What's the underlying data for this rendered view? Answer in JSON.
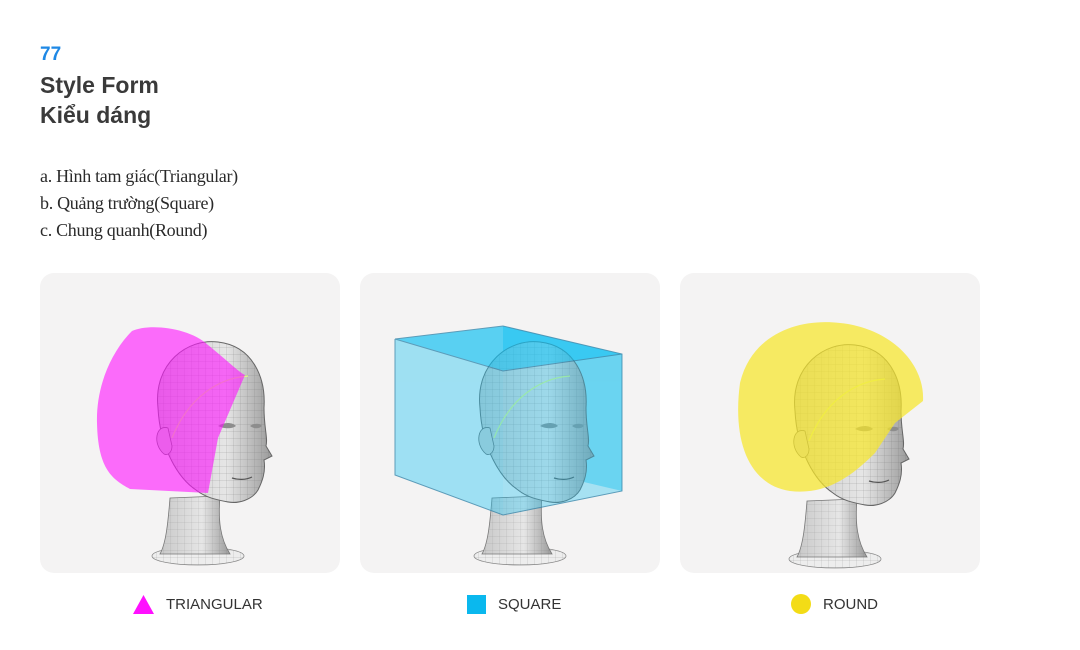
{
  "page_number": "77",
  "title_en": "Style Form",
  "title_vi": "Kiểu dáng",
  "descriptions": [
    "a. Hình tam giác(Triangular)",
    "b. Quảng trường(Square)",
    "c. Chung quanh(Round)"
  ],
  "cards": [
    {
      "label": "TRIANGULAR",
      "icon": "triangle-icon",
      "color": "#ff10ff"
    },
    {
      "label": "SQUARE",
      "icon": "square-icon",
      "color": "#0ab8ee"
    },
    {
      "label": "ROUND",
      "icon": "circle-icon",
      "color": "#f3dc16"
    }
  ]
}
